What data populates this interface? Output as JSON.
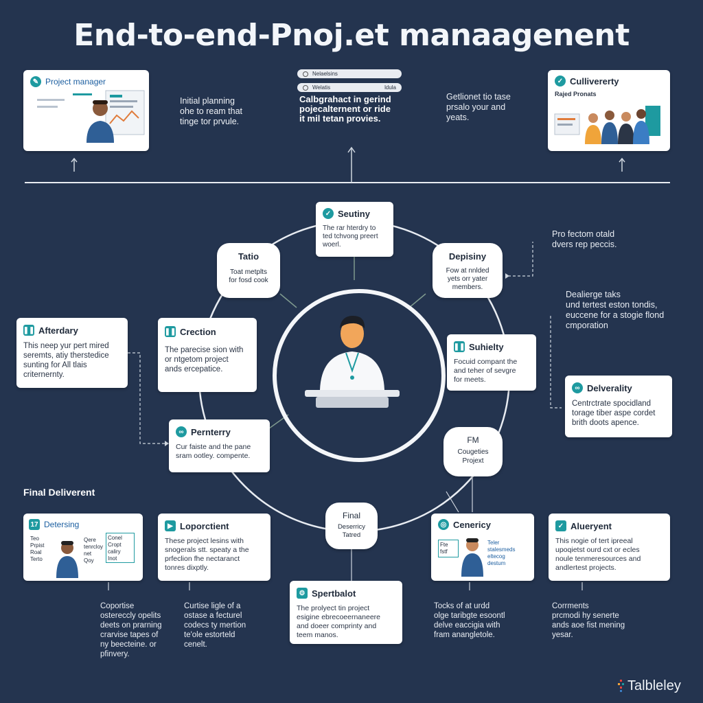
{
  "title": "End-to-end-Pnoj.et manaagenent",
  "top": {
    "project_manager": {
      "label": "Project manager"
    },
    "planning_note": "Initial planning\nohe to ream that\ntinge tor prvule.",
    "pill1": "Nelaelsins",
    "pill2_left": "Welatis",
    "pill2_right": "ldula",
    "center_note": "Calbgrahact in gerind\npojecalternent or ride\nit mil tetan provies.",
    "right_note": "Getlionet tio tase\nprsalo your and\nyeats.",
    "cullivererty": {
      "label": "Cullivererty",
      "sub": "Rajed Pronats"
    }
  },
  "cycle": {
    "seutiny": {
      "title": "Seutiny",
      "body": "The rar hterdry to\nted tchvong preert\nwoerl."
    },
    "tatio": {
      "title": "Tatio",
      "body": "Toat metplts\nfor fosd cook"
    },
    "depising": {
      "title": "Depisiny",
      "body": "Fow at nnlded\nyets orr yater\nmembers."
    },
    "crection": {
      "title": "Crection",
      "body": "The parecise sion with\nor ntgetom project\nands ercepatice."
    },
    "suhielty": {
      "title": "Suhielty",
      "body": "Focuid compant the\nand teher of sevgre\nfor meets."
    },
    "pernterry": {
      "title": "Pernterry",
      "body": "Cur faiste and the pane\nsram ootley. compente."
    },
    "fm": {
      "title": "FM",
      "body": "Cougeties\nProjext"
    },
    "final": {
      "title": "Final",
      "body": "Deserricy\nTatred"
    }
  },
  "side": {
    "afterdary": {
      "title": "Afterdary",
      "body": "This neep yur pert mired\nseremts, atiy therstedice\nsunting for All tlais\ncriternernty."
    },
    "deliverality": {
      "title": "Delverality",
      "body": "Centrctrate spocidland\ntorage tiber aspe cordet\nbrith doots apence."
    },
    "right_note1": "Pro fectom otald\ndvers rep peccis.",
    "right_note2": "Dealierge taks\nund tertest eston tondis,\neuccene for a stogie flond\ncmporation"
  },
  "bottom": {
    "section_label": "Final Deliverent",
    "detersing": {
      "title": "Detersing",
      "left_lines": "Teo\nPrpist\nRoal\nTerto",
      "right_lines": "Qere\ntenrcloy\nnet\nQoy",
      "box_lines": "Conel\nCropt\ncaliry\nInot"
    },
    "loporctient": {
      "title": "Loporctient",
      "body": "These project lesins with\nsnogerals stt. speaty a the\nprfeclion fhe nectaranct\ntonres dixptly."
    },
    "spertbalot": {
      "title": "Spertbalot",
      "body": "The prolyect tin project\nesigine ebrecoeernaneere\nand doeer comprinty and\nteem manos."
    },
    "cenericy": {
      "title": "Cenericy",
      "left": "Fte\nfstf",
      "right": "Teler\nstalesmeds\neltecog\ndestum"
    },
    "alueryent": {
      "title": "Alueryent",
      "body": "This nogie of tert ipreeal\nupoqietst ourd cxt or ecles\nnoule tenmeresources and\nandlertest projects."
    },
    "note1": "Coportise\nostereccly opelits\ndeets on prarning\ncrarvise tapes of\nny beecteine. or\npfinvery.",
    "note2": "Curtise ligle of a\nostase a fecturel\ncodecs ty mertion\nte'ole estorteld\ncenelt.",
    "note3": "Tocks of at urdd\nolge taribgte esoontl\ndelve eaccigia with\nfram anangletole.",
    "note4": "Corrments\nprcmodi hy senerte\nands aoe fist mening\nyesar."
  },
  "brand": "Talbleley",
  "colors": {
    "background": "#24344f",
    "accent": "#1e9aa0",
    "card": "#ffffff",
    "line": "#e8ecf2"
  }
}
